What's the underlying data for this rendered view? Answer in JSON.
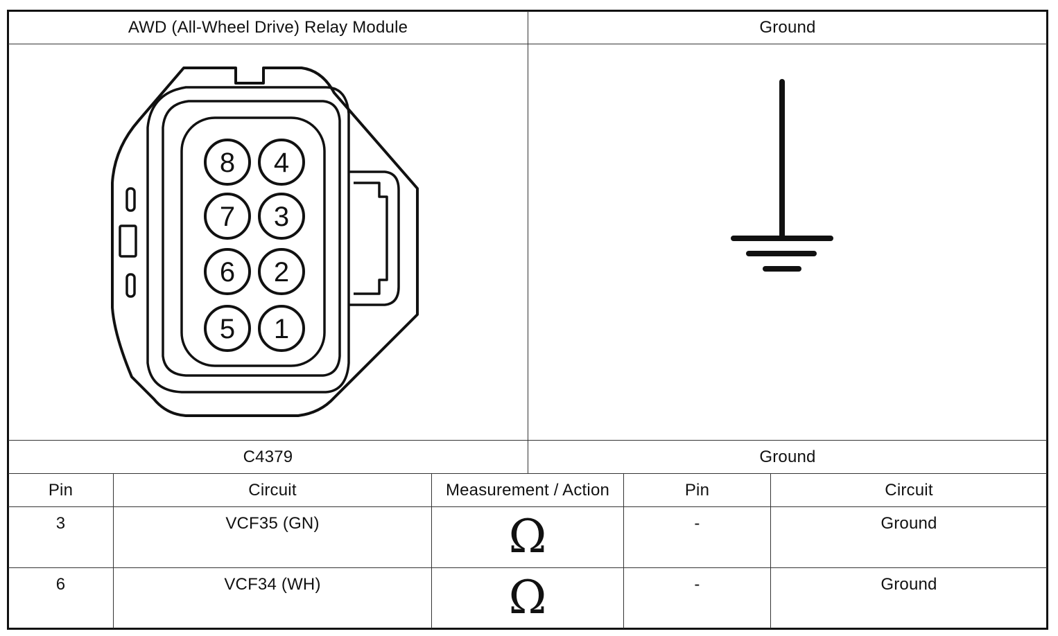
{
  "header": {
    "left_title": "AWD (All-Wheel Drive) Relay Module",
    "right_title": "Ground"
  },
  "connector": {
    "label": "C4379",
    "pins_layout": [
      {
        "left": "8",
        "right": "4"
      },
      {
        "left": "7",
        "right": "3"
      },
      {
        "left": "6",
        "right": "2"
      },
      {
        "left": "5",
        "right": "1"
      }
    ]
  },
  "ground_symbol": {
    "label": "Ground",
    "icon": "ground-symbol-icon"
  },
  "table": {
    "headers": [
      "Pin",
      "Circuit",
      "Measurement / Action",
      "Pin",
      "Circuit"
    ],
    "rows": [
      {
        "pin": "3",
        "circuit": "VCF35 (GN)",
        "measurement": "Ω",
        "pin2": "-",
        "circuit2": "Ground"
      },
      {
        "pin": "6",
        "circuit": "VCF34 (WH)",
        "measurement": "Ω",
        "pin2": "-",
        "circuit2": "Ground"
      }
    ]
  }
}
